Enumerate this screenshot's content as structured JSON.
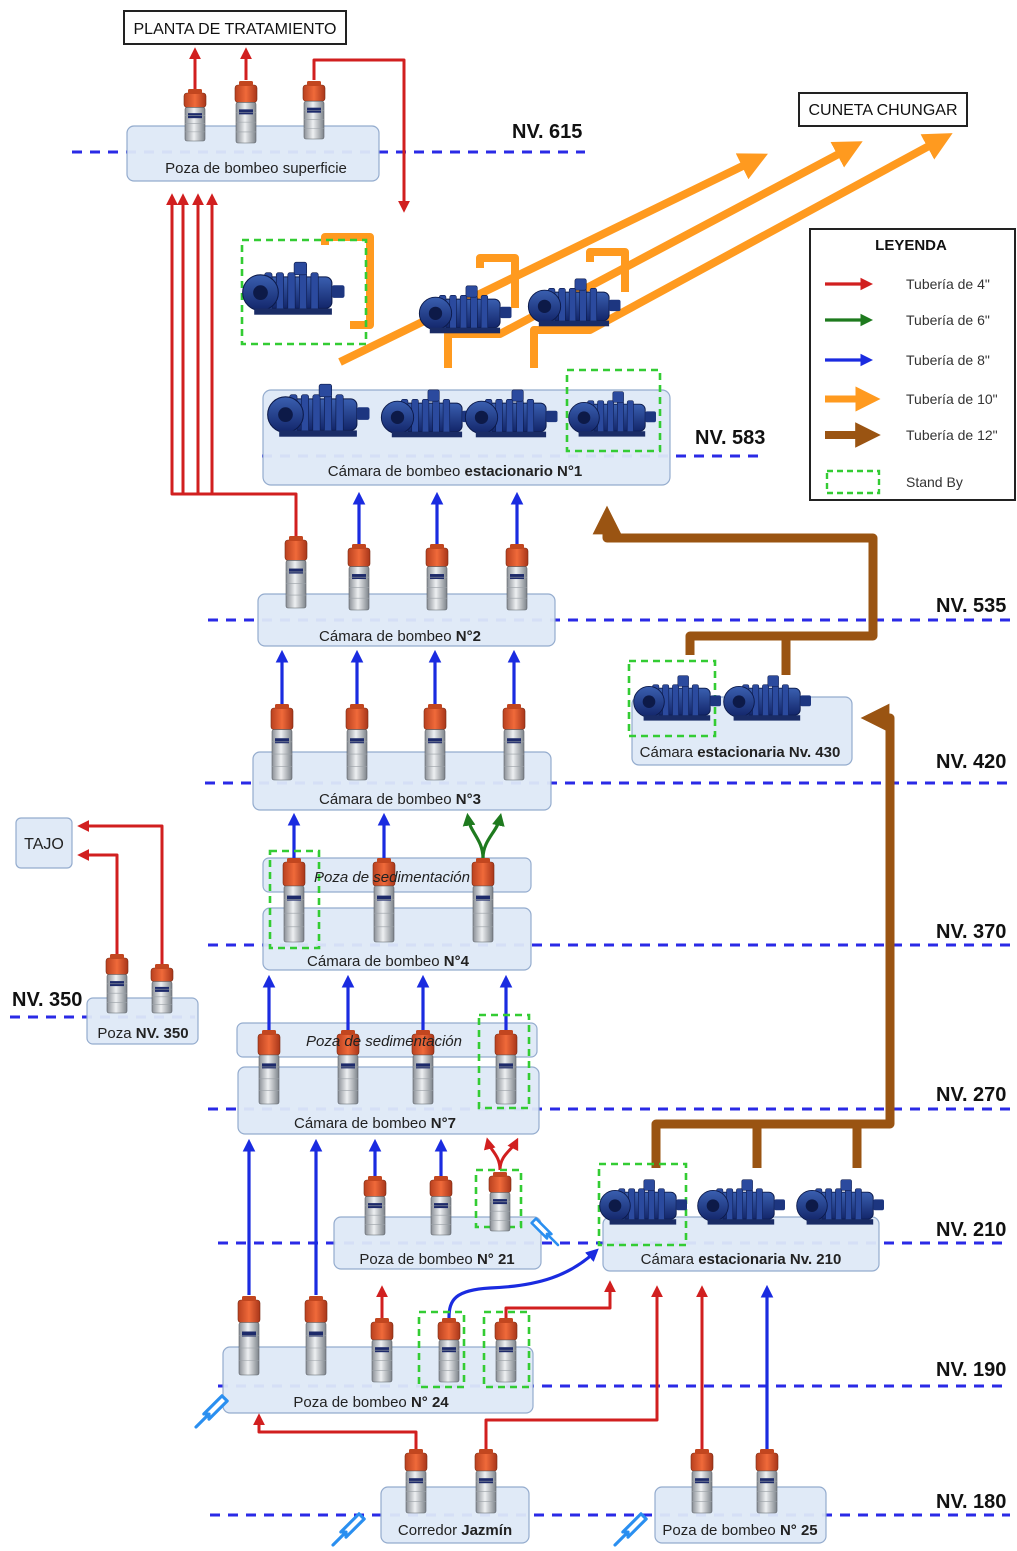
{
  "destinations": {
    "planta": "PLANTA DE TRATAMIENTO",
    "cuneta": "CUNETA CHUNGAR",
    "tajo": "TAJO"
  },
  "levels": {
    "nv615": "NV. 615",
    "nv583": "NV. 583",
    "nv535": "NV. 535",
    "nv420": "NV. 420",
    "nv370": "NV. 370",
    "nv350": "NV. 350",
    "nv270": "NV. 270",
    "nv210": "NV. 210",
    "nv190": "NV. 190",
    "nv180": "NV. 180"
  },
  "stations": {
    "superficie": "Poza de bombeo superficie",
    "estacionario1_pre": "Cámara de bombeo ",
    "estacionario1_bold": "estacionario N°1",
    "camara2_pre": "Cámara de bombeo ",
    "camara2_bold": "N°2",
    "est430_pre": "Cámara ",
    "est430_bold": "estacionaria Nv. 430",
    "camara3_pre": "Cámara de bombeo ",
    "camara3_bold": "N°3",
    "sedim1": "Poza de sedimentación",
    "camara4_pre": "Cámara de bombeo ",
    "camara4_bold": "N°4",
    "poza350_pre": "Poza ",
    "poza350_bold": "NV. 350",
    "sedim2": "Poza de sedimentación",
    "camara7_pre": "Cámara de bombeo ",
    "camara7_bold": "N°7",
    "poza21_pre": "Poza de bombeo ",
    "poza21_bold": "N° 21",
    "est210_pre": "Cámara ",
    "est210_bold": "estacionaria Nv. 210",
    "poza24_pre": "Poza de bombeo ",
    "poza24_bold": "N° 24",
    "corredor_pre": "Corredor ",
    "corredor_bold": "Jazmín",
    "poza25_pre": "Poza de bombeo ",
    "poza25_bold": "N° 25"
  },
  "legend": {
    "title": "LEYENDA",
    "items": [
      {
        "label": "Tubería de 4\"",
        "color": "#d11f1f"
      },
      {
        "label": "Tubería de 6\"",
        "color": "#1e7a1e"
      },
      {
        "label": "Tubería de 8\"",
        "color": "#1a2be0"
      },
      {
        "label": "Tubería de 10\"",
        "color": "#ff9a1f"
      },
      {
        "label": "Tubería de 12\"",
        "color": "#9a5412"
      },
      {
        "label": "Stand By",
        "color": "#33cc33"
      }
    ]
  },
  "colors": {
    "pipe4": "#d11f1f",
    "pipe6": "#1e7a1e",
    "pipe8": "#1a2be0",
    "pipe10": "#ff9a1f",
    "pipe12": "#9a5412",
    "standby": "#33cc33",
    "level_line": "#2a2ae6",
    "station_fill": "#dfe9f7",
    "station_stroke": "#8fa8cc"
  }
}
